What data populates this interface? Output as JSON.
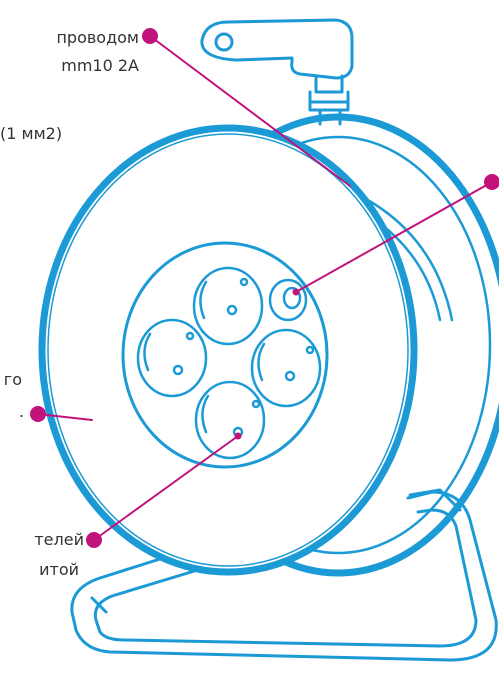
{
  "callouts": {
    "plug_wire": {
      "line1": "проводом",
      "line2": "mm10 2A"
    },
    "cross_section": {
      "text": "(1 мм2)"
    },
    "reel_body": {
      "line1": "го",
      "line2": "."
    },
    "sockets": {
      "line1": "телей",
      "line2": "итой"
    }
  },
  "colors": {
    "reel_stroke": "#1b9ad6",
    "callout_accent": "#c0137b",
    "text": "#333333"
  },
  "icons": {
    "product": "cable-reel-icon"
  }
}
